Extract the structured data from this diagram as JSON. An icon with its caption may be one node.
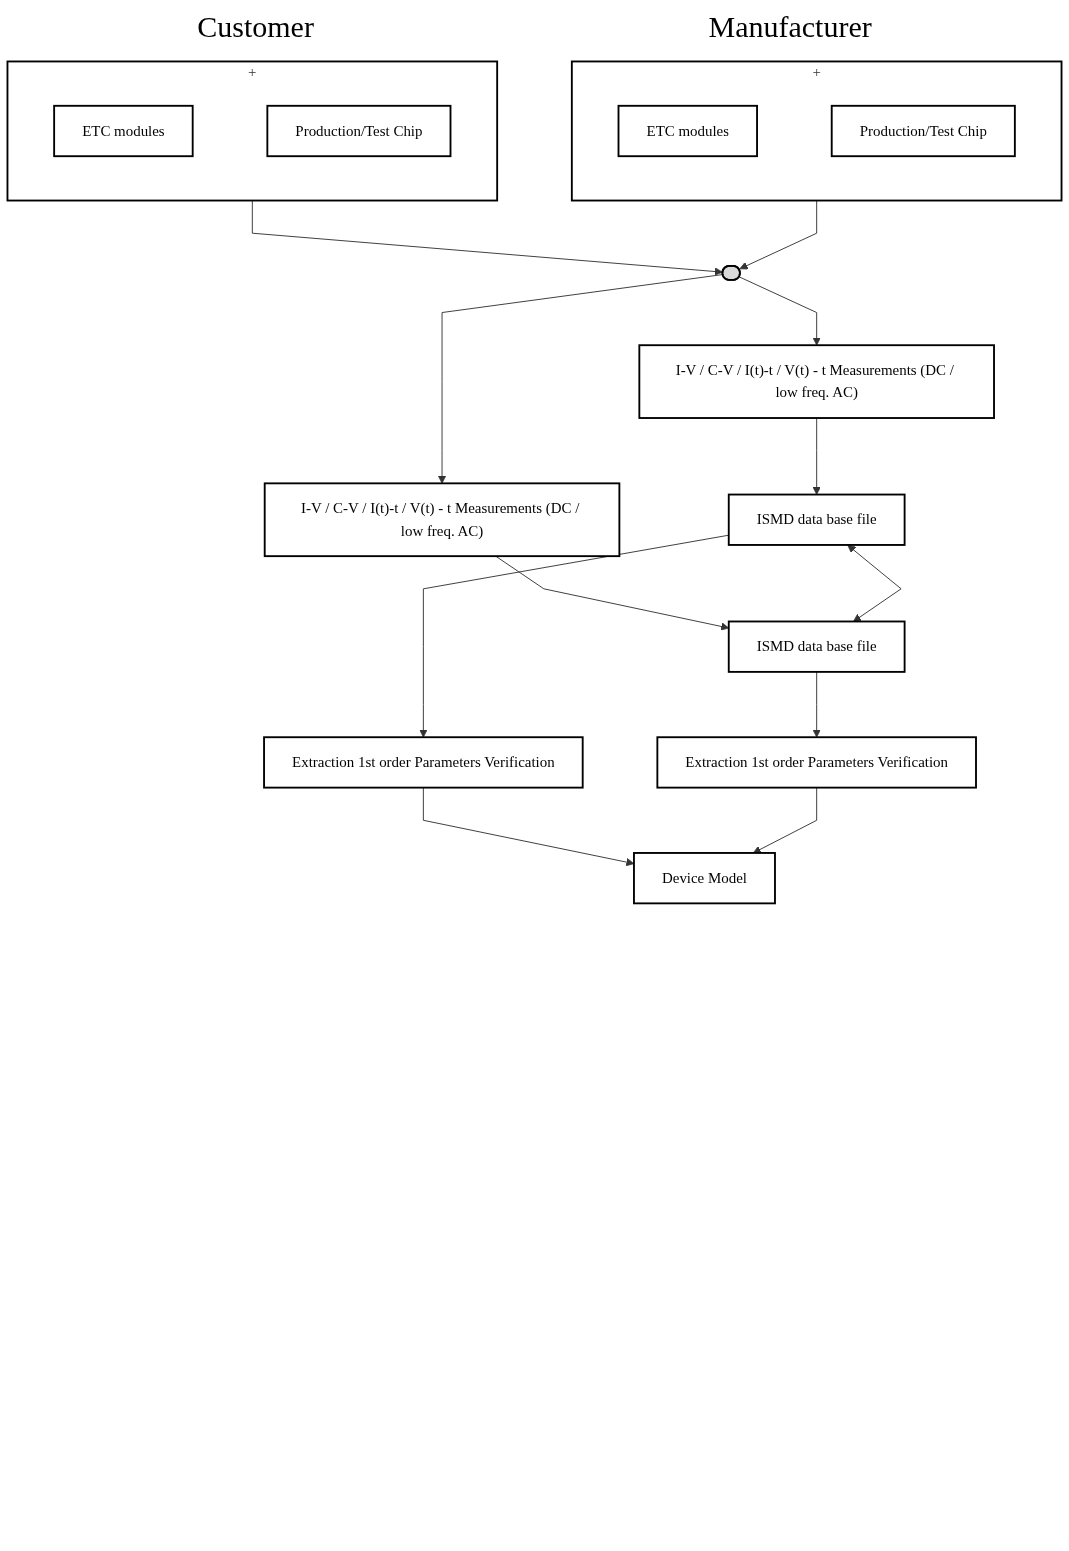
{
  "diagram": {
    "nodes": [
      {
        "text": [
          "+"
        ]
      },
      {
        "text": [
          "ETC modules"
        ],
        "in": 0
      },
      {
        "text": [
          "Production/Test Chip"
        ],
        "in": 0
      },
      {
        "text": [
          "+"
        ]
      },
      {
        "text": [
          "ETC modules"
        ],
        "in": 3
      },
      {
        "text": [
          "Production/Test Chip"
        ],
        "in": 3
      },
      {
        "text": [],
        "shape": "ellipse"
      },
      {
        "text": [
          "I-V / C-V / I(t)-t / V(t) - t Measurements (DC / low freq. AC)"
        ]
      },
      {
        "text": [
          "I-V / C-V / I(t)-t / V(t) - t Measurements (DC / low freq. AC)"
        ]
      },
      {
        "text": [
          "ISMD data base file"
        ]
      },
      {
        "text": [
          "ISMD data base file"
        ]
      },
      {
        "text": [
          "Extraction 1st order Parameters Verification"
        ]
      },
      {
        "text": [
          "Device Model"
        ]
      },
      {
        "text": [
          "Extraction 1st order Parameters Verification"
        ]
      }
    ],
    "edges": [
      {
        "from": 0,
        "to": 6,
        "arrow": "to"
      },
      {
        "from": 3,
        "to": 6,
        "arrow": "to"
      },
      {
        "from": 6,
        "to": 7,
        "arrow": "to"
      },
      {
        "from": 6,
        "to": 8,
        "arrow": "to"
      },
      {
        "from": 7,
        "to": 9,
        "arrow": "to"
      },
      {
        "from": 8,
        "to": 10,
        "arrow": "to"
      },
      {
        "from": 9,
        "to": 10,
        "arrow": "both"
      },
      {
        "from": 9,
        "to": 11,
        "arrow": "to"
      },
      {
        "from": 10,
        "to": 13,
        "arrow": "to"
      },
      {
        "from": 11,
        "to": 12,
        "arrow": "to"
      },
      {
        "from": 13,
        "to": 12,
        "arrow": "to"
      }
    ],
    "labels": [
      "Customer",
      "Manufacturer"
    ]
  }
}
